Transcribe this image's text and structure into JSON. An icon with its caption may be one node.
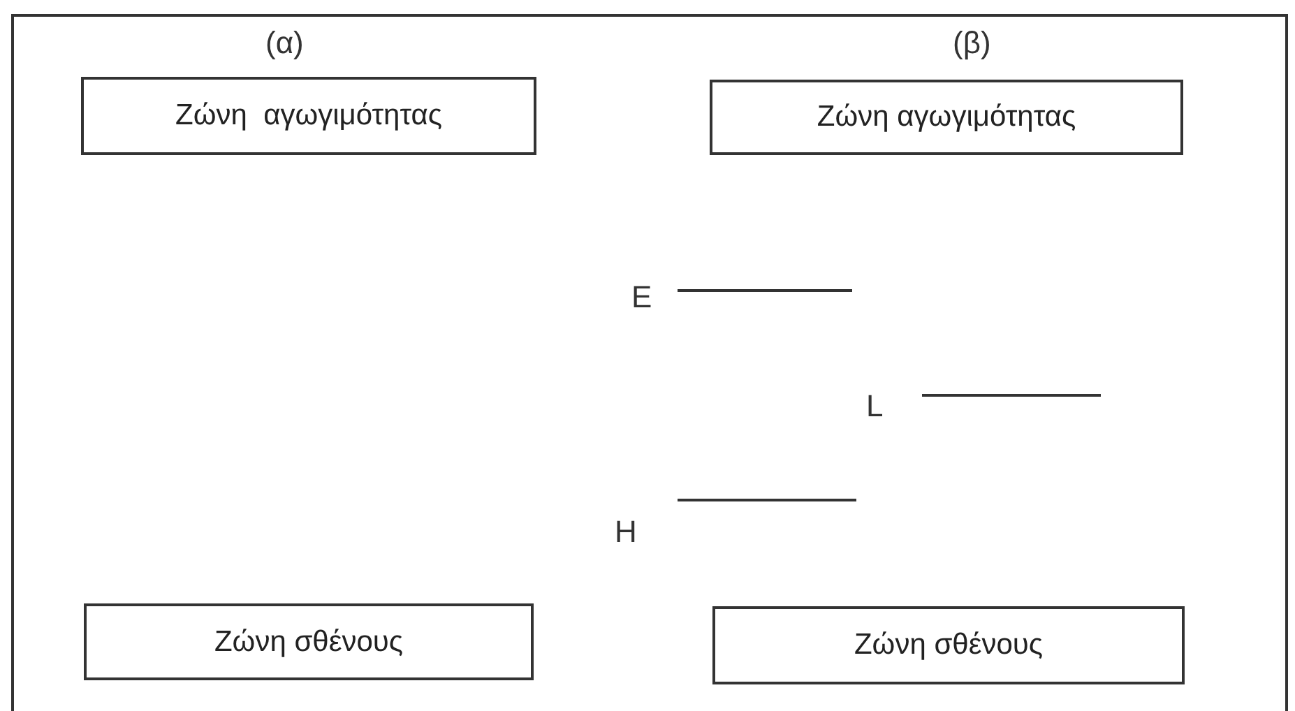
{
  "diagram": {
    "nodes": [
      {
        "text": [
          "Ζώνη  αγωγιμότητας"
        ]
      },
      {
        "text": [
          "Ζώνη αγωγιμότητας"
        ]
      },
      {
        "text": [
          "Ζώνη σθένους"
        ]
      },
      {
        "text": [
          "Ζώνη σθένους"
        ]
      }
    ],
    "labels": [
      "(α)",
      "(β)",
      "E",
      "L",
      "H"
    ]
  }
}
